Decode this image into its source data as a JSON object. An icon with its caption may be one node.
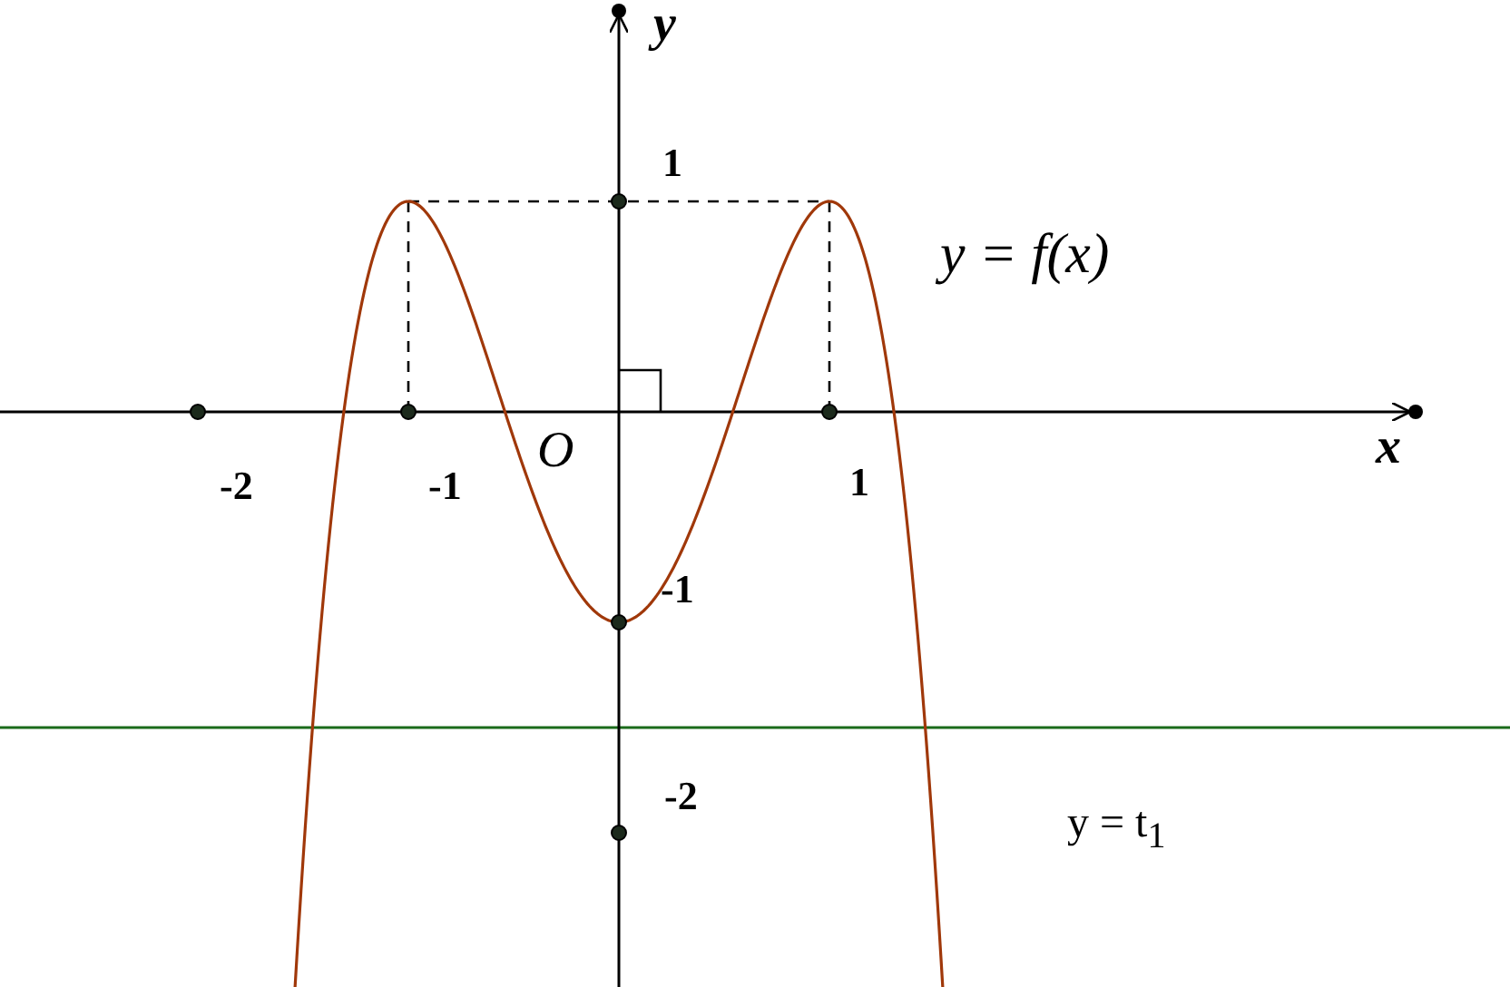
{
  "diagram": {
    "labels": [
      "y",
      "1",
      "y = f(x)",
      "-2",
      "-1",
      "O",
      "1",
      "x",
      "-1",
      "-2",
      "y = t$_{1}$"
    ]
  }
}
